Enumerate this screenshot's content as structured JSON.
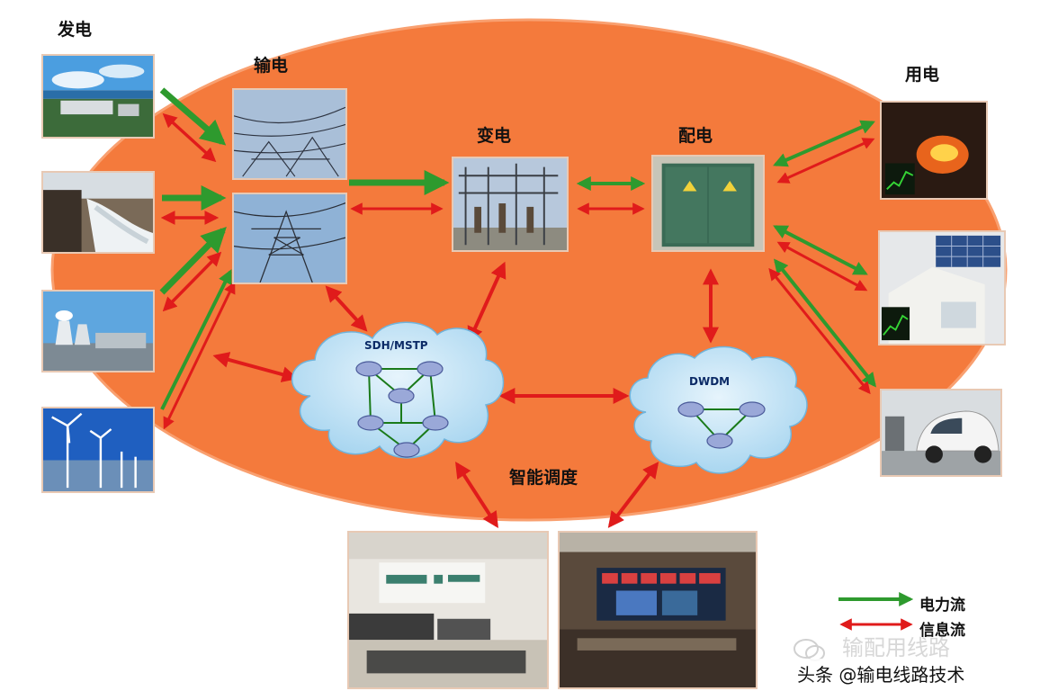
{
  "labels": {
    "generation": "发电",
    "transmission": "输电",
    "substation": "变电",
    "distribution": "配电",
    "consumption": "用电",
    "dispatch": "智能调度"
  },
  "clouds": {
    "left": "SDH/MSTP",
    "right": "DWDM"
  },
  "legend": {
    "power_flow": "电力流",
    "info_flow": "信息流"
  },
  "watermark": {
    "faded": "输配用线路",
    "main": "头条 @输电线路技术"
  },
  "colors": {
    "ellipse": "#f47a3c",
    "power_arrow": "#2e9a2e",
    "info_arrow": "#e01b1b",
    "cloud": "#bfe1f5"
  },
  "icons": [
    "router-icon",
    "wechat-icon"
  ]
}
